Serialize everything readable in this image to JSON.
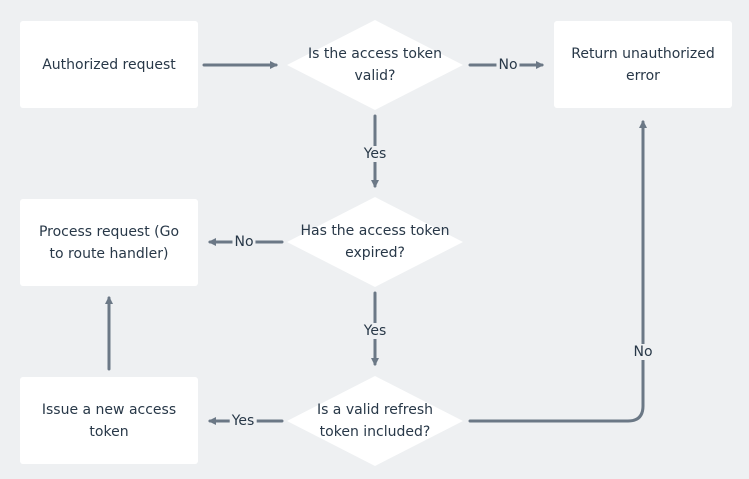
{
  "nodes": {
    "authorized_request": "Authorized request",
    "token_valid": [
      "Is the access token",
      "valid?"
    ],
    "unauthorized_error": [
      "Return unauthorized",
      "error"
    ],
    "token_expired": [
      "Has the access token",
      "expired?"
    ],
    "process_request": [
      "Process request (Go",
      "to route handler)"
    ],
    "refresh_included": [
      "Is a valid refresh",
      "token included?"
    ],
    "issue_token": [
      "Issue a new access",
      "token"
    ]
  },
  "edges": {
    "valid_no": "No",
    "valid_yes": "Yes",
    "expired_no": "No",
    "expired_yes": "Yes",
    "refresh_yes": "Yes",
    "refresh_no": "No"
  },
  "colors": {
    "background": "#eef0f2",
    "node_fill": "#ffffff",
    "text": "#283848",
    "connector": "#6b7886"
  }
}
